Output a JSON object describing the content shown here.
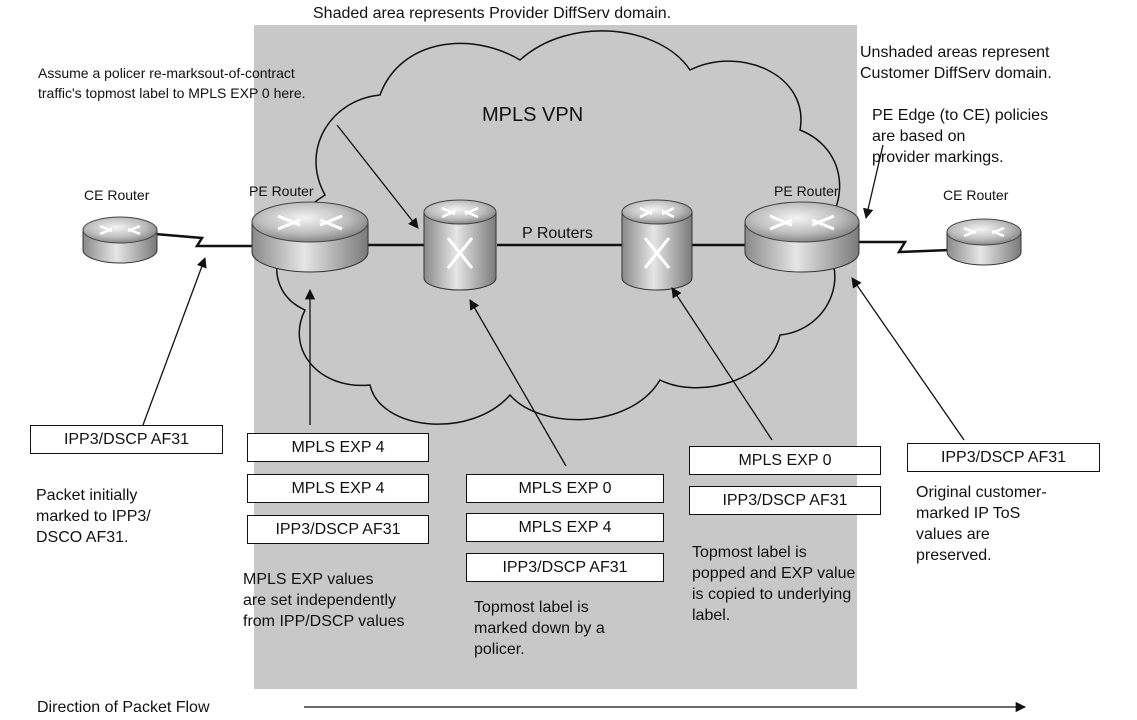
{
  "title_note": "Shaded area represents Provider DiffServ domain.",
  "unshaded_note": [
    "Unshaded areas represent",
    "Customer DiffServ domain."
  ],
  "pe_edge_note": [
    "PE Edge (to CE) policies",
    "are based on",
    "provider markings."
  ],
  "policer_note": [
    "Assume a policer re-marksout-of-contract",
    "traffic's topmost label to MPLS EXP 0 here."
  ],
  "cloud_label": "MPLS VPN",
  "p_routers_label": "P Routers",
  "routers": {
    "ce_left": "CE Router",
    "pe_left": "PE Router",
    "pe_right": "PE Router",
    "ce_right": "CE Router"
  },
  "stacks": {
    "ce_left": [
      "IPP3/DSCP AF31"
    ],
    "pe_left": [
      "MPLS EXP 4",
      "MPLS EXP 4",
      "IPP3/DSCP AF31"
    ],
    "p_left": [
      "MPLS EXP 0",
      "MPLS EXP 4",
      "IPP3/DSCP AF31"
    ],
    "p_right": [
      "MPLS EXP 0",
      "IPP3/DSCP AF31"
    ],
    "ce_right": [
      "IPP3/DSCP AF31"
    ]
  },
  "notes": {
    "ce_left": [
      "Packet initially",
      "marked to IPP3/",
      "DSCO AF31."
    ],
    "pe_left": [
      "MPLS EXP values",
      "are set independently",
      "from IPP/DSCP values"
    ],
    "p_left": [
      "Topmost label is",
      "marked down by a",
      "policer."
    ],
    "p_right": [
      "Topmost label is",
      "popped and EXP value",
      "is copied to underlying",
      "label."
    ],
    "ce_right": [
      "Original customer-",
      "marked IP ToS",
      "values are",
      "preserved."
    ]
  },
  "flow_label": "Direction of Packet Flow",
  "colors": {
    "shade": "#c8c8c8",
    "line": "#111111"
  }
}
